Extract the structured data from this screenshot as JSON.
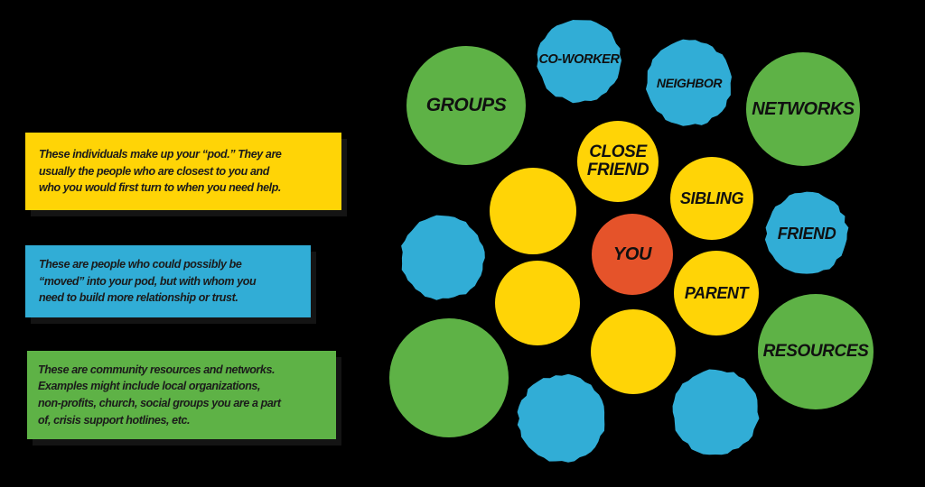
{
  "colors": {
    "yellow": "#FFD406",
    "blue": "#31ADD6",
    "green": "#5EB246",
    "orange": "#E5532A",
    "background": "#000000",
    "text_dark": "#1B1B1B",
    "label": "#101010"
  },
  "info_boxes": [
    {
      "id": "pod",
      "color": "#FFD406",
      "text": "These individuals make up your “pod.” They are\nusually the people who are closest to you and\nwho you would first turn to when you need help."
    },
    {
      "id": "build_trust",
      "color": "#31ADD6",
      "text": "These are people who could possibly be\n“moved” into your pod, but with whom you\nneed to build more  relationship or trust."
    },
    {
      "id": "community",
      "color": "#5EB246",
      "text": "These are community resources and networks.\nExamples might include local organizations,\nnon-profits, church, social groups you are a part\nof, crisis support hotlines, etc."
    }
  ],
  "circles": {
    "groups": "GROUPS",
    "co_worker": "CO-WORKER",
    "neighbor": "NEIGHBOR",
    "networks": "NETWORKS",
    "close_friend": "CLOSE FRIEND",
    "sibling": "SIBLING",
    "friend": "FRIEND",
    "you": "YOU",
    "parent": "PARENT",
    "resources": "RESOURCES"
  }
}
